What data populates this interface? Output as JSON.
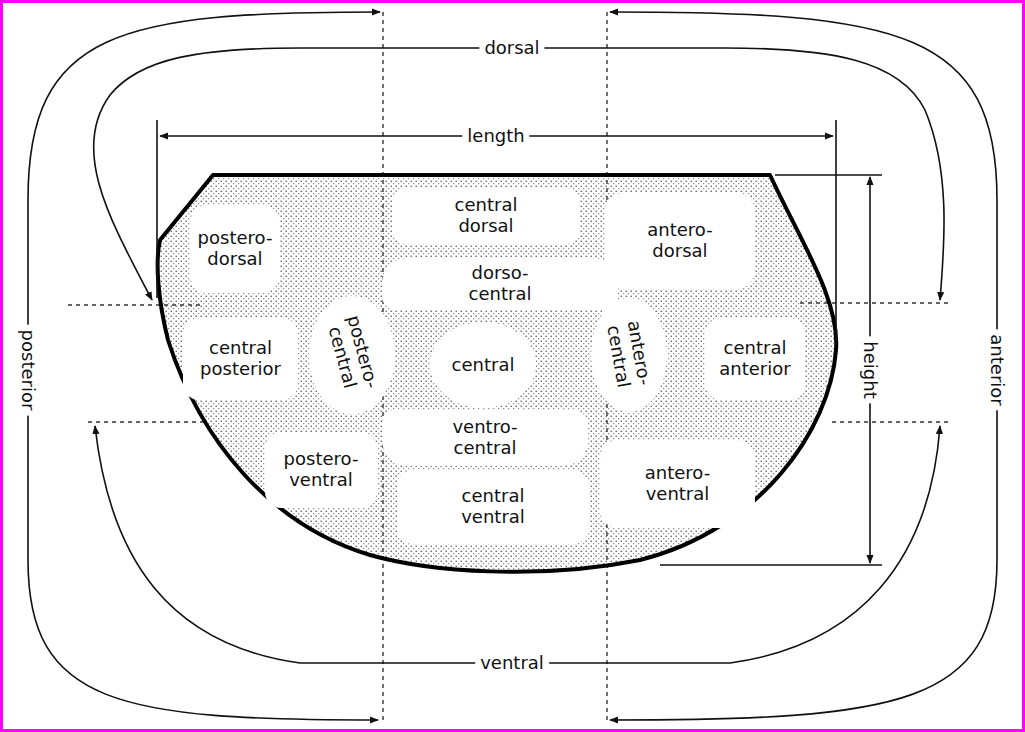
{
  "diagram": {
    "nodes": [
      {
        "text": [
          "postero- dorsal"
        ]
      },
      {
        "text": [
          "central dorsal"
        ]
      },
      {
        "text": [
          "antero- dorsal"
        ]
      },
      {
        "text": [
          "dorso- central"
        ]
      },
      {
        "text": [
          "central posterior"
        ]
      },
      {
        "text": [
          "postero- central"
        ]
      },
      {
        "text": [
          "central"
        ]
      },
      {
        "text": [
          "antero- central"
        ]
      },
      {
        "text": [
          "central anterior"
        ]
      },
      {
        "text": [
          "ventro- central"
        ]
      },
      {
        "text": [
          "postero- ventral"
        ]
      },
      {
        "text": [
          "central ventral"
        ]
      },
      {
        "text": [
          "antero- ventral"
        ]
      }
    ],
    "labels": [
      "dorsal",
      "length",
      "height",
      "posterior",
      "anterior",
      "ventral"
    ]
  }
}
